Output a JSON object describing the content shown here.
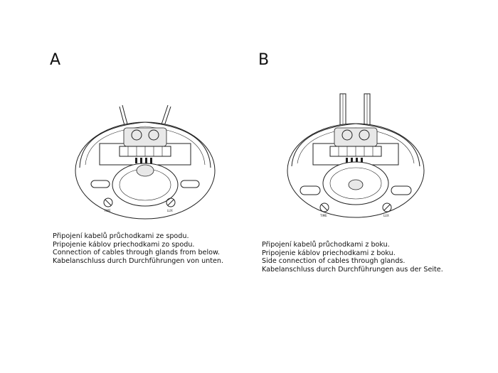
{
  "panels": [
    {
      "letter": "A",
      "caption": [
        "Připojení kabelů průchodkami ze spodu.",
        "Pripojenie káblov priechodkami zo spodu.",
        "Connection of cables through glands from below.",
        "Kabelanschluss durch Durchführungen von unten."
      ],
      "device_labels": [
        "TIME",
        "LUX"
      ]
    },
    {
      "letter": "B",
      "caption": [
        "Připojení kabelů průchodkami z boku.",
        "Pripojenie káblov priechodkami z boku.",
        "Side connection of cables through glands.",
        "Kabelanschluss durch Durchführungen aus der Seite."
      ],
      "device_labels": [
        "TIME",
        "LUX"
      ]
    }
  ]
}
